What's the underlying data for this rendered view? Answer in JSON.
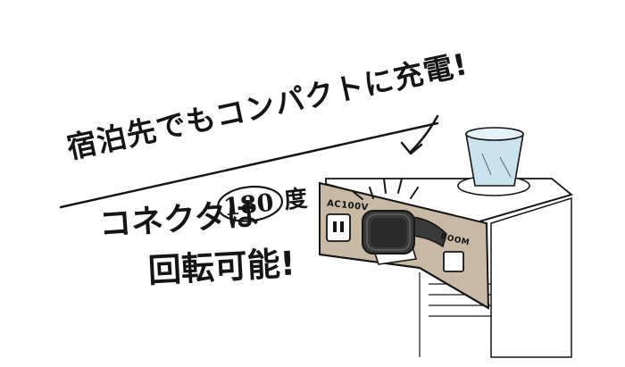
{
  "headline": {
    "line1": "宿泊先でもコンパクトに充電!",
    "line2_prefix": "コネクタは",
    "angle_number": "180",
    "angle_unit": "度",
    "line3": "回転可能!"
  },
  "panel_labels": {
    "outlet": "AC100V",
    "room_button": "ROOM"
  },
  "colors": {
    "ink": "#151515",
    "panel": "#c8b8a4",
    "panel_shadow": "#b3a18a",
    "glass": "#c9e3ee",
    "charger": "#3a3a3a"
  }
}
